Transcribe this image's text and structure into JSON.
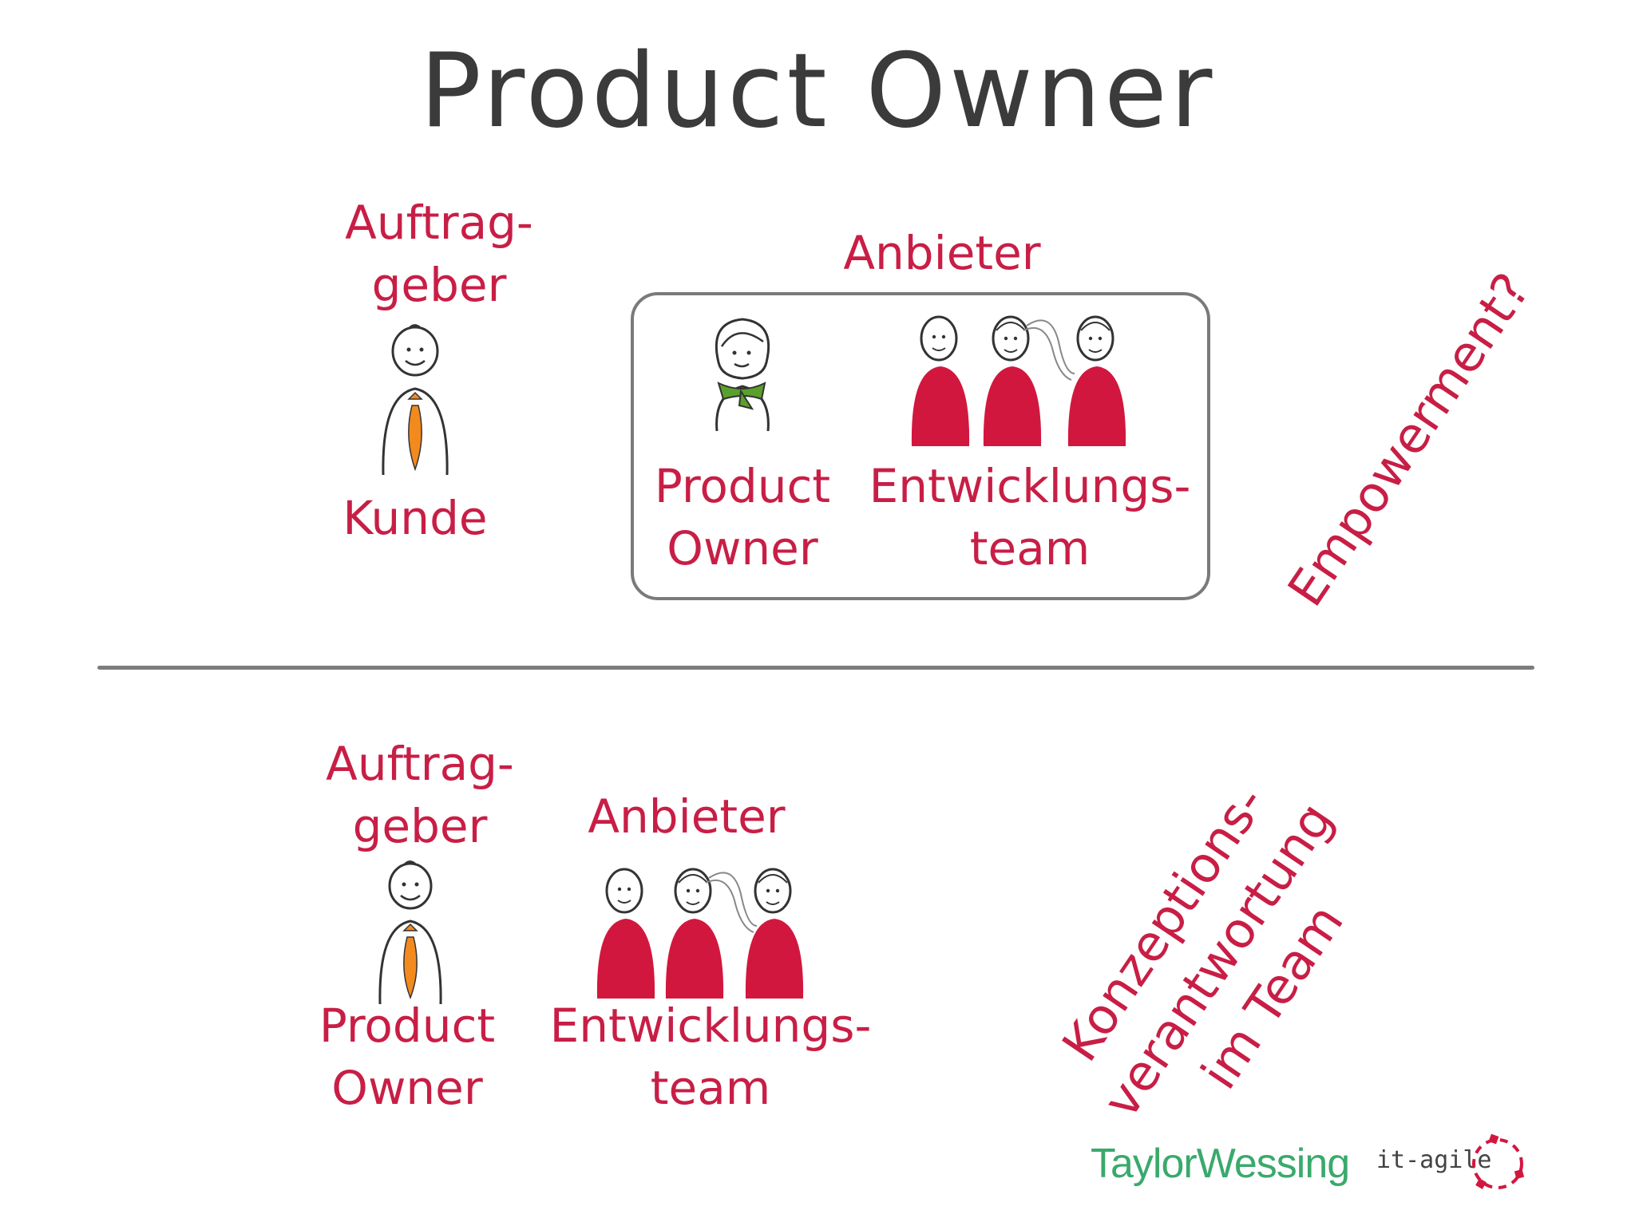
{
  "title": "Product Owner",
  "top": {
    "client_label_line1": "Auftrag-",
    "client_label_line2": "geber",
    "client_role": "Kunde",
    "provider_label": "Anbieter",
    "po_line1": "Product",
    "po_line2": "Owner",
    "team_line1": "Entwicklungs-",
    "team_line2": "team",
    "side_note": "Empowerment?"
  },
  "bottom": {
    "client_label_line1": "Auftrag-",
    "client_label_line2": "geber",
    "client_role_line1": "Product",
    "client_role_line2": "Owner",
    "provider_label": "Anbieter",
    "team_line1": "Entwicklungs-",
    "team_line2": "team",
    "side_note_line1": "Konzeptions-",
    "side_note_line2": "verantwortung",
    "side_note_line3": "im Team"
  },
  "logos": {
    "taylor_wessing": "TaylorWessing",
    "it_agile": "it-agile"
  },
  "colors": {
    "title": "#3b3b3b",
    "label_red": "#c81e45",
    "team_body": "#d2173f",
    "tie_orange": "#f28a1e",
    "scarf_green": "#5aa02c",
    "box_border": "#7a7a7a",
    "logo_green": "#3aa96c"
  }
}
